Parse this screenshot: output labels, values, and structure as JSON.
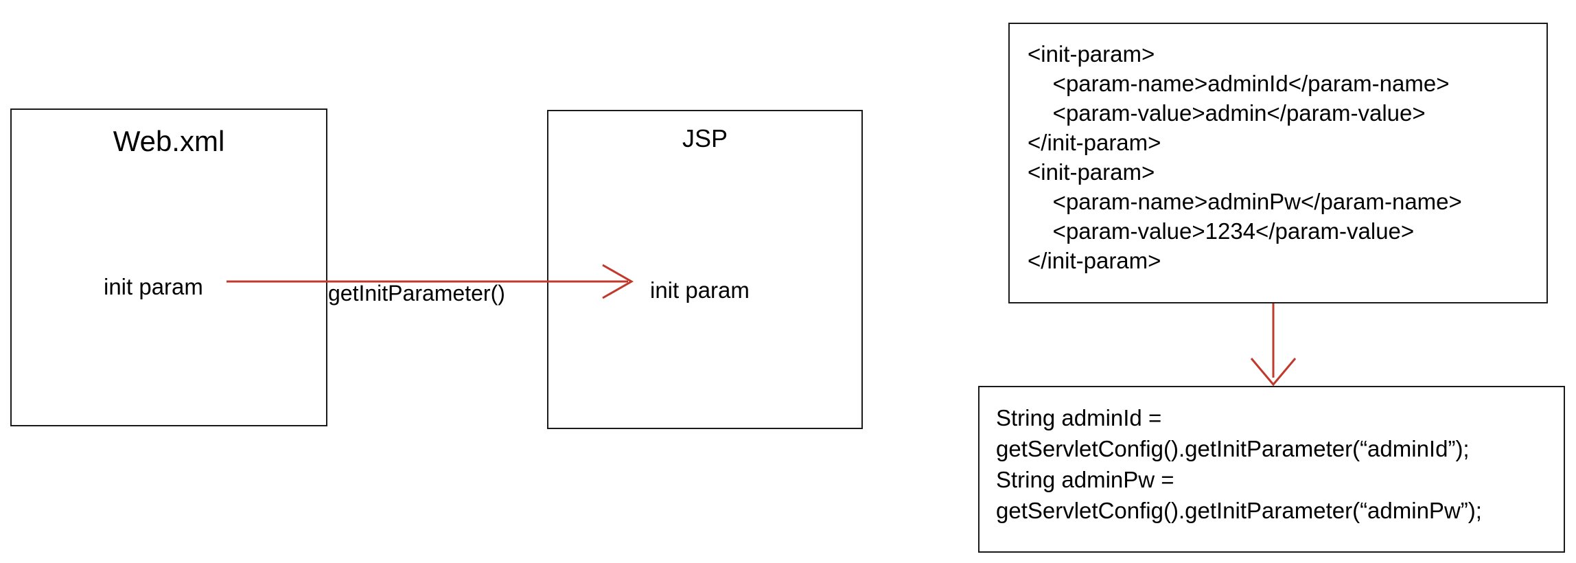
{
  "diagram": {
    "title_hidden": "",
    "accent_color": "#c0392b",
    "stroke_color": "#1a1a1a",
    "left_flow": {
      "source_box": {
        "title": "Web.xml",
        "inner_label": "init param"
      },
      "target_box": {
        "title": "JSP",
        "inner_label": "init param"
      },
      "connector_label": "getInitParameter()"
    },
    "xml_snippet": {
      "lines": [
        "<init-param>",
        "    <param-name>adminId</param-name>",
        "    <param-value>admin</param-value>",
        "</init-param>",
        "<init-param>",
        "    <param-name>adminPw</param-name>",
        "    <param-value>1234</param-value>",
        "</init-param>"
      ]
    },
    "java_snippet": {
      "lines": [
        "String adminId =",
        "getServletConfig().getInitParameter(“adminId”);",
        "String adminPw =",
        "getServletConfig().getInitParameter(“adminPw”);"
      ]
    }
  }
}
